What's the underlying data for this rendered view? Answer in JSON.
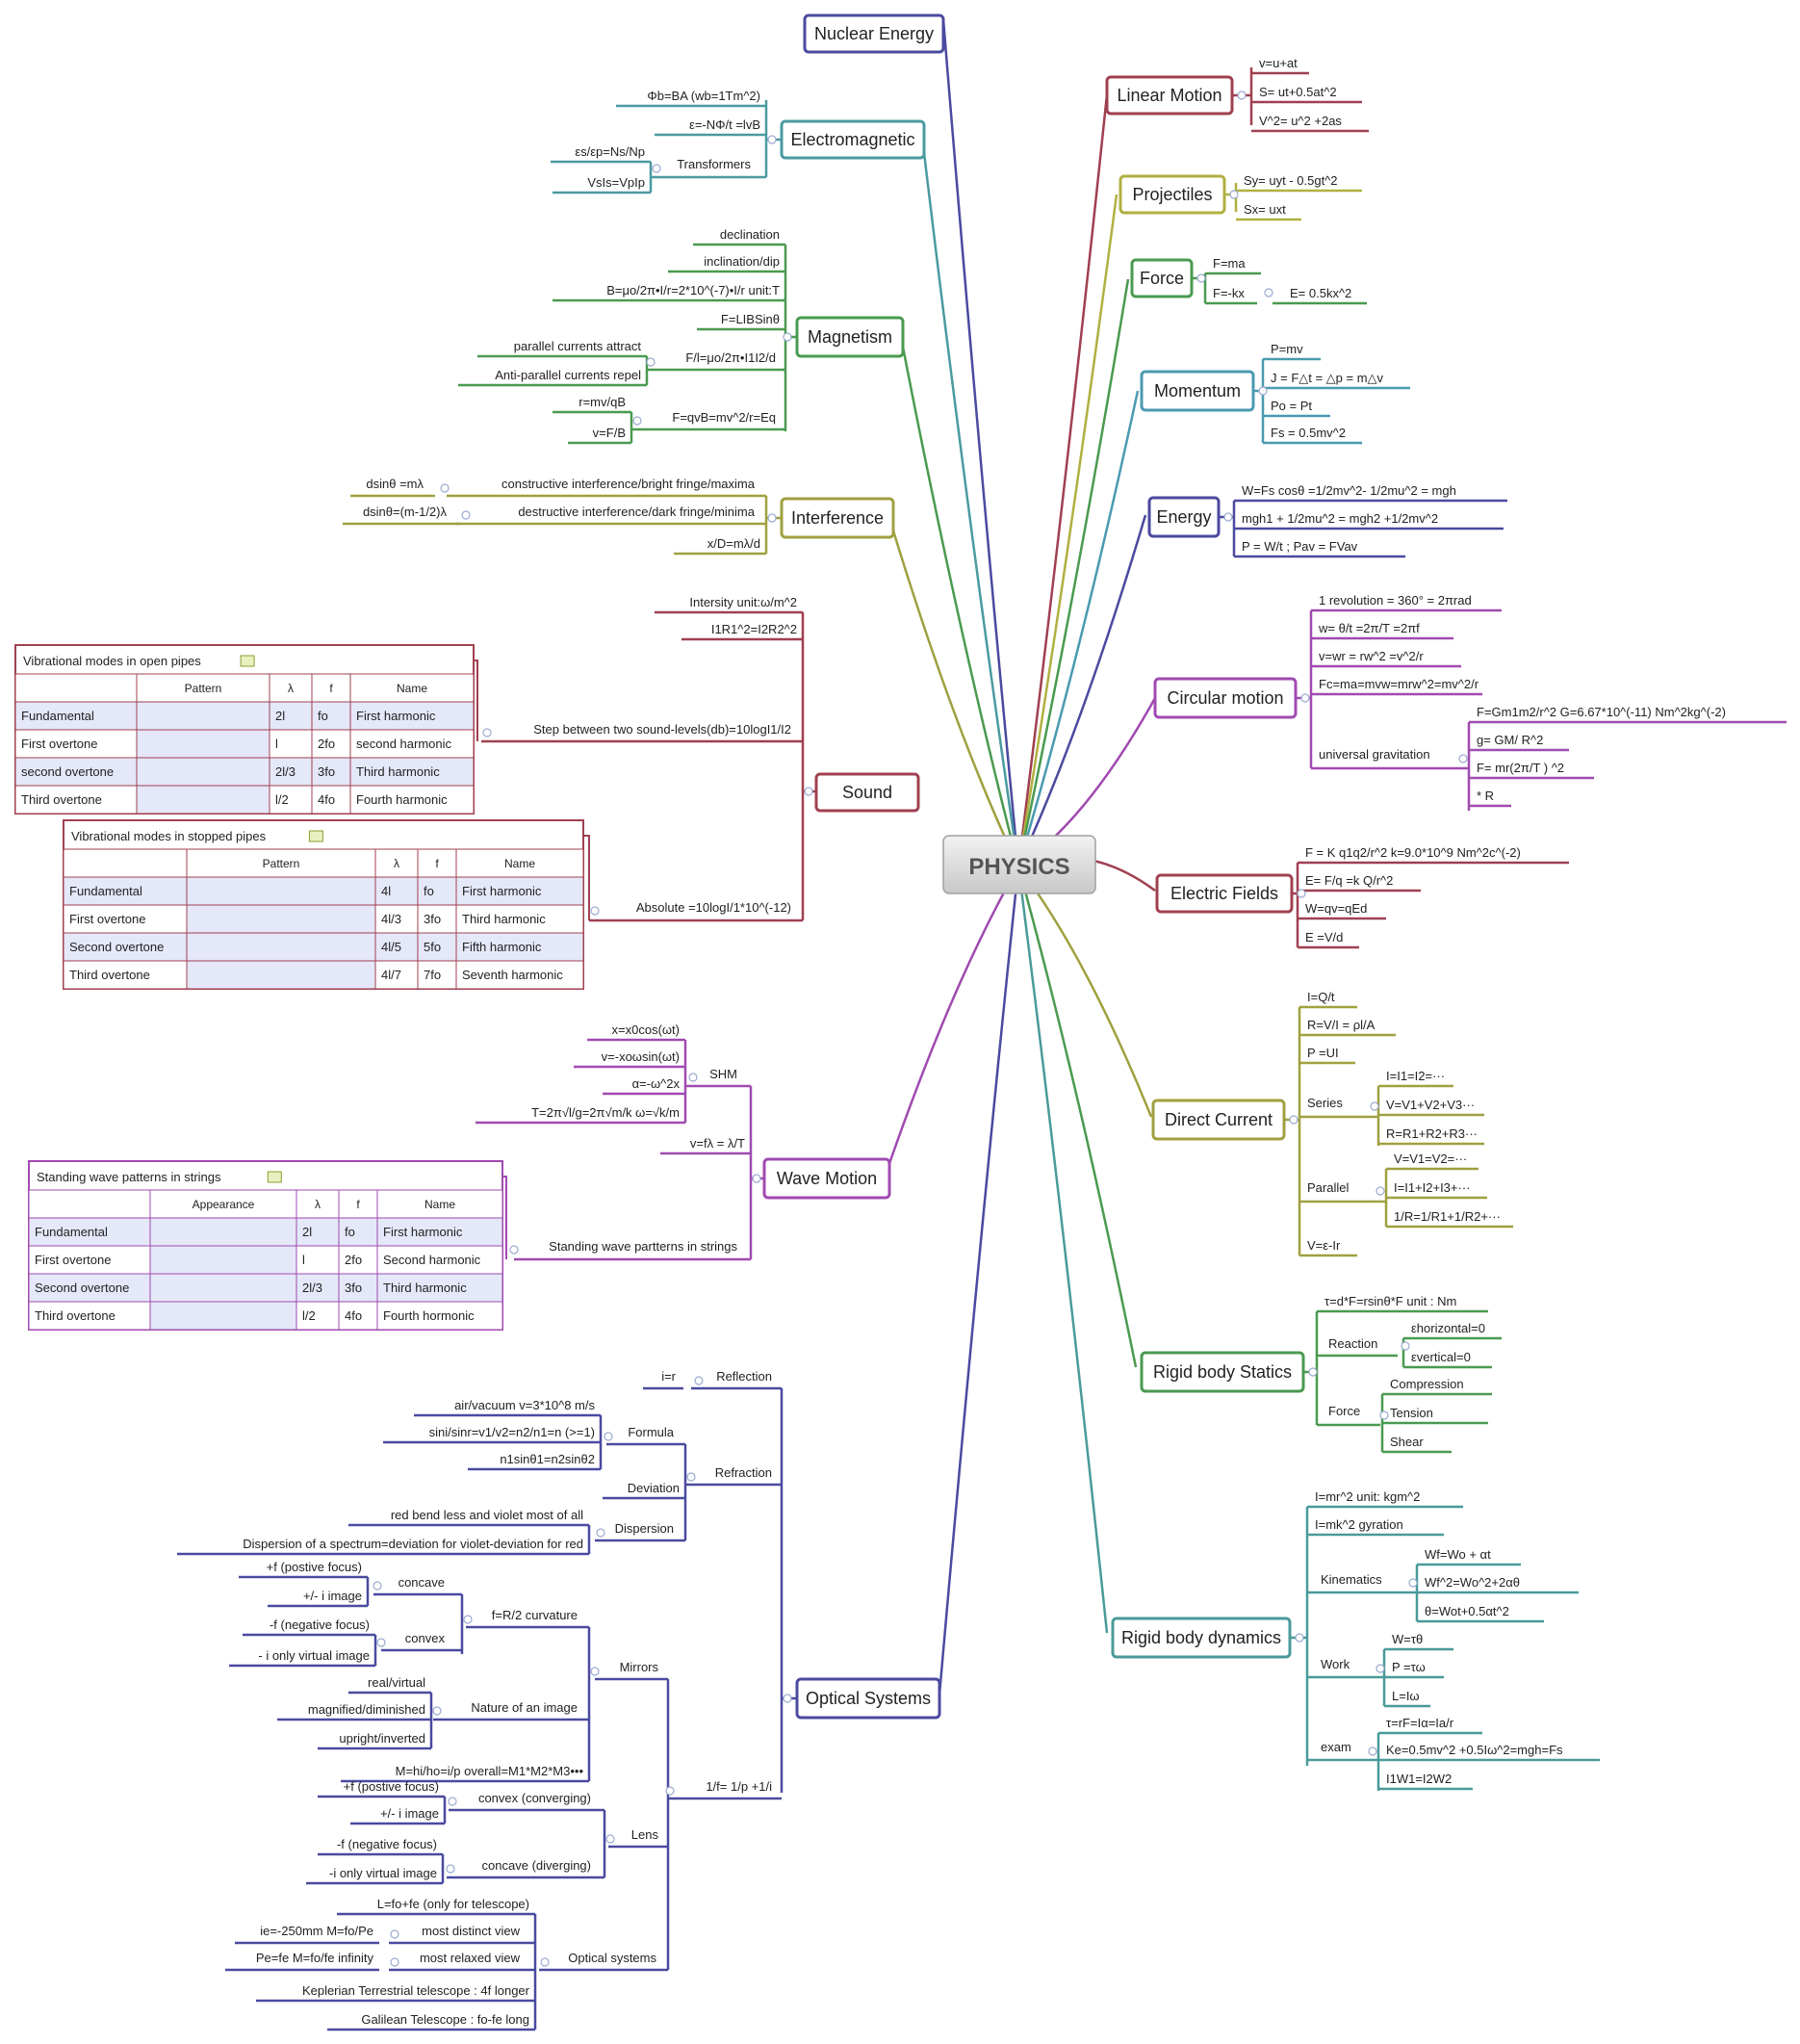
{
  "central": "PHYSICS",
  "colors": {
    "linear": "#a04050",
    "proj": "#b0b040",
    "force": "#4a9a50",
    "mom": "#4a9ab0",
    "energy": "#4a4aa0",
    "circ": "#a04ab0",
    "efield": "#a04050",
    "dc": "#a0a040",
    "rbs": "#4a9a50",
    "rbd": "#4a9a9a",
    "nuc": "#4a4aa0",
    "em": "#4a9aa0",
    "mag": "#4a9a50",
    "interf": "#a0a040",
    "sound": "#a04050",
    "wave": "#a04ab0",
    "optics": "#4a4aa0"
  },
  "right": {
    "linear_motion": {
      "title": "Linear Motion",
      "items": [
        "v=u+at",
        "S= ut+0.5at^2",
        "V^2= u^2 +2as"
      ]
    },
    "projectiles": {
      "title": "Projectiles",
      "items": [
        "Sy= uyt - 0.5gt^2",
        "Sx= uxt"
      ]
    },
    "force": {
      "title": "Force",
      "items": [
        "F=ma",
        "F=-kx"
      ],
      "sub": "E= 0.5kx^2"
    },
    "momentum": {
      "title": "Momentum",
      "items": [
        "P=mv",
        "J = F△t = △p = m△v",
        "Po = Pt",
        "Fs = 0.5mv^2"
      ]
    },
    "energy": {
      "title": "Energy",
      "items": [
        "W=Fs cosθ =1/2mv^2- 1/2mu^2 = mgh",
        "mgh1 + 1/2mu^2 = mgh2 +1/2mv^2",
        "P = W/t   ; Pav = FVav"
      ]
    },
    "circular": {
      "title": "Circular motion",
      "items": [
        "1 revolution = 360° = 2πrad",
        "w= θ/t =2π/T =2πf",
        "v=wr = rw^2 =v^2/r",
        "Fc=ma=mvw=mrw^2=mv^2/r"
      ],
      "gravity_label": "universal gravitation",
      "gravity": [
        "F=Gm1m2/r^2  G=6.67*10^(-11) Nm^2kg^(-2)",
        "g= GM/ R^2",
        "F= mr(2π/T ) ^2",
        "* R"
      ]
    },
    "efields": {
      "title": "Electric Fields",
      "items": [
        "F = K q1q2/r^2 k=9.0*10^9 Nm^2c^(-2)",
        "E= F/q =k Q/r^2",
        "W=qv=qEd",
        "E =V/d"
      ]
    },
    "dc": {
      "title": "Direct Current",
      "items": [
        "I=Q/t",
        "R=V/I = ρl/A",
        "P =UI"
      ],
      "series_label": "Series",
      "series": [
        "I=I1=I2=···",
        "V=V1+V2+V3···",
        "R=R1+R2+R3···"
      ],
      "parallel_label": "Parallel",
      "parallel": [
        "V=V1=V2=···",
        "I=I1+I2+I3+···",
        "1/R=1/R1+1/R2+···"
      ],
      "last": "V=ε-Ir"
    },
    "rbs": {
      "title": "Rigid body Statics",
      "torque": "τ=d*F=rsinθ*F unit : Nm",
      "reaction_label": "Reaction",
      "reaction": [
        "εhorizontal=0",
        "εvertical=0"
      ],
      "force_label": "Force",
      "force": [
        "Compression",
        "Tension",
        "Shear"
      ]
    },
    "rbd": {
      "title": "Rigid body dynamics",
      "items": [
        "I=mr^2  unit: kgm^2",
        "I=mk^2 gyration"
      ],
      "kin_label": "Kinematics",
      "kin": [
        "Wf=Wo + αt",
        "Wf^2=Wo^2+2αθ",
        "θ=Wot+0.5αt^2"
      ],
      "work_label": "Work",
      "work": [
        "W=τθ",
        "P =τω",
        "L=Iω"
      ],
      "exam_label": "exam",
      "exam": [
        "τ=rF=Iα=Ia/r",
        "Ke=0.5mv^2 +0.5Iω^2=mgh=Fs",
        "I1W1=I2W2"
      ]
    }
  },
  "left": {
    "nuclear": {
      "title": "Nuclear Energy"
    },
    "em": {
      "title": "Electromagnetic",
      "items": [
        "Φb=BA (wb=1Tm^2)",
        "ε=-NΦ/t =lvB"
      ],
      "transformers_label": "Transformers",
      "transformers": [
        "εs/εp=Ns/Np",
        "VsIs=VpIp"
      ]
    },
    "magnetism": {
      "title": "Magnetism",
      "items": [
        "declination",
        "inclination/dip",
        "B=μo/2π•I/r=2*10^(-7)•I/r  unit:T",
        "F=LIBSinθ"
      ],
      "fl_label": "F/l=μo/2π•I1I2/d",
      "fl": [
        "parallel currents attract",
        "Anti-parallel currents repel"
      ],
      "fq_label": "F=qvB=mv^2/r=Eq",
      "fq": [
        "r=mv/qB",
        "v=F/B"
      ]
    },
    "interference": {
      "title": "Interference",
      "c1": "constructive interference/bright fringe/maxima",
      "c1f": "dsinθ =mλ",
      "c2": "destructive interference/dark fringe/minima",
      "c2f": "dsinθ=(m-1/2)λ",
      "c3": "x/D=mλ/d"
    },
    "sound": {
      "title": "Sound",
      "items": [
        "Intersity unit:ω/m^2",
        "I1R1^2=I2R2^2",
        "Step between two sound-levels(db)=10logI1/I2",
        "Absolute =10logI/1*10^(-12)"
      ],
      "open_title": "Vibrational modes in open pipes",
      "open_headers": [
        "",
        "Pattern",
        "λ",
        "f",
        "Name"
      ],
      "open_rows": [
        [
          "Fundamental",
          "",
          "2l",
          "fo",
          "First harmonic"
        ],
        [
          "First overtone",
          "",
          "l",
          "2fo",
          "second harmonic"
        ],
        [
          "second overtone",
          "",
          "2l/3",
          "3fo",
          "Third harmonic"
        ],
        [
          "Third overtone",
          "",
          "l/2",
          "4fo",
          "Fourth harmonic"
        ]
      ],
      "stopped_title": "Vibrational modes in stopped pipes",
      "stopped_headers": [
        "",
        "Pattern",
        "λ",
        "f",
        "Name"
      ],
      "stopped_rows": [
        [
          "Fundamental",
          "",
          "4l",
          "fo",
          "First harmonic"
        ],
        [
          "First overtone",
          "",
          "4l/3",
          "3fo",
          "Third harmonic"
        ],
        [
          "Second overtone",
          "",
          "4l/5",
          "5fo",
          "Fifth harmonic"
        ],
        [
          "Third overtone",
          "",
          "4l/7",
          "7fo",
          "Seventh harmonic"
        ]
      ]
    },
    "wave": {
      "title": "Wave Motion",
      "shm_label": "SHM",
      "shm": [
        "x=x0cos(ωt)",
        "v=-xoωsin(ωt)",
        "α=-ω^2x",
        "T=2π√l/g=2π√m/k   ω=√k/m"
      ],
      "vf": "v=fλ = λ/T",
      "standing": "Standing wave partterns in strings",
      "table_title": "Standing wave patterns in strings",
      "headers": [
        "",
        "Appearance",
        "λ",
        "f",
        "Name"
      ],
      "rows": [
        [
          "Fundamental",
          "",
          "2l",
          "fo",
          "First harmonic"
        ],
        [
          "First overtone",
          "",
          "l",
          "2fo",
          "Second harmonic"
        ],
        [
          "Second overtone",
          "",
          "2l/3",
          "3fo",
          "Third harmonic"
        ],
        [
          "Third overtone",
          "",
          "l/2",
          "4fo",
          "Fourth hormonic"
        ]
      ]
    },
    "optics": {
      "title": "Optical Systems",
      "reflection_label": "Reflection",
      "reflection": "i=r",
      "refraction_label": "Refraction",
      "formula_label": "Formula",
      "formula": [
        "air/vacuum v=3*10^8 m/s",
        "sini/sinr=v1/v2=n2/n1=n (>=1)",
        "n1sinθ1=n2sinθ2"
      ],
      "deviation": "Deviation",
      "dispersion_label": "Dispersion",
      "dispersion": [
        "red bend less and violet most of all",
        "Dispersion of a spectrum=deviation for violet-deviation for red"
      ],
      "lensformula_label": "1/f= 1/p +1/i",
      "mirrors_label": "Mirrors",
      "curvature_label": "f=R/2 curvature",
      "concave_label": "concave",
      "concave": [
        "+f (postive focus)",
        "+/- i  image"
      ],
      "convex_label": "convex",
      "convex": [
        "-f (negative focus)",
        "- i only virtual image"
      ],
      "nature_label": "Nature of an image",
      "nature": [
        "real/virtual",
        "magnified/diminished",
        "upright/inverted"
      ],
      "magnif": "M=hi/ho=i/p overall=M1*M2*M3•••",
      "lens_label": "Lens",
      "convexl_label": "convex (converging)",
      "convexl": [
        "+f (postive focus)",
        "+/- i image"
      ],
      "concavel_label": "concave (diverging)",
      "concavel": [
        "-f (negative focus)",
        "-i only virtual image"
      ],
      "opt_label": "Optical systems",
      "opt_l": "L=fo+fe (only for telescope)",
      "distinct_label": "most distinct view",
      "distinct": "ie=-250mm M=fo/Pe",
      "relaxed_label": "most relaxed view",
      "relaxed": "Pe=fe  M=fo/fe infinity",
      "kepler": "Keplerian Terrestrial telescope : 4f longer",
      "galilean": "Galilean Telescope : fo-fe long"
    }
  }
}
